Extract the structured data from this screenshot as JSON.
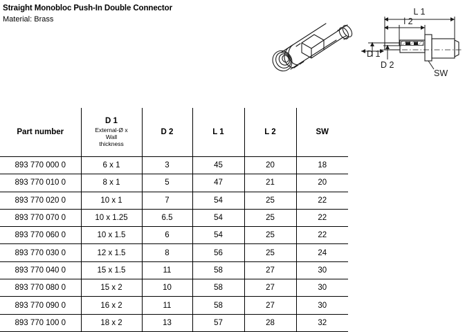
{
  "header": {
    "title": "Straight Monobloc Push-In Double Connector",
    "material": "Material: Brass"
  },
  "drawings": {
    "isometric": {
      "name": "isometric-connector-drawing"
    },
    "dimension": {
      "name": "dimension-schematic-drawing",
      "labels": {
        "l1": "L 1",
        "l2": "l 2",
        "d1": "D 1",
        "d2": "D 2",
        "sw": "SW"
      }
    }
  },
  "table": {
    "headers": [
      {
        "main": "Part number",
        "sub": ""
      },
      {
        "main": "D 1",
        "sub": "External-Ø x\nWall\nthickness"
      },
      {
        "main": "D 2",
        "sub": ""
      },
      {
        "main": "L 1",
        "sub": ""
      },
      {
        "main": "L 2",
        "sub": ""
      },
      {
        "main": "SW",
        "sub": ""
      }
    ],
    "rows": [
      {
        "part_number": "893 770 000 0",
        "d1": "6 x 1",
        "d2": "3",
        "l1": "45",
        "l2": "20",
        "sw": "18"
      },
      {
        "part_number": "893 770 010 0",
        "d1": "8 x 1",
        "d2": "5",
        "l1": "47",
        "l2": "21",
        "sw": "20"
      },
      {
        "part_number": "893 770 020 0",
        "d1": "10 x 1",
        "d2": "7",
        "l1": "54",
        "l2": "25",
        "sw": "22"
      },
      {
        "part_number": "893 770 070 0",
        "d1": "10 x 1.25",
        "d2": "6.5",
        "l1": "54",
        "l2": "25",
        "sw": "22"
      },
      {
        "part_number": "893 770 060 0",
        "d1": "10 x 1.5",
        "d2": "6",
        "l1": "54",
        "l2": "25",
        "sw": "22"
      },
      {
        "part_number": "893 770 030 0",
        "d1": "12 x 1.5",
        "d2": "8",
        "l1": "56",
        "l2": "25",
        "sw": "24"
      },
      {
        "part_number": "893 770 040 0",
        "d1": "15 x 1.5",
        "d2": "11",
        "l1": "58",
        "l2": "27",
        "sw": "30"
      },
      {
        "part_number": "893 770 080 0",
        "d1": "15 x 2",
        "d2": "10",
        "l1": "58",
        "l2": "27",
        "sw": "30"
      },
      {
        "part_number": "893 770 090 0",
        "d1": "16 x 2",
        "d2": "11",
        "l1": "58",
        "l2": "27",
        "sw": "30"
      },
      {
        "part_number": "893 770 100 0",
        "d1": "18 x 2",
        "d2": "13",
        "l1": "57",
        "l2": "28",
        "sw": "32"
      }
    ]
  }
}
